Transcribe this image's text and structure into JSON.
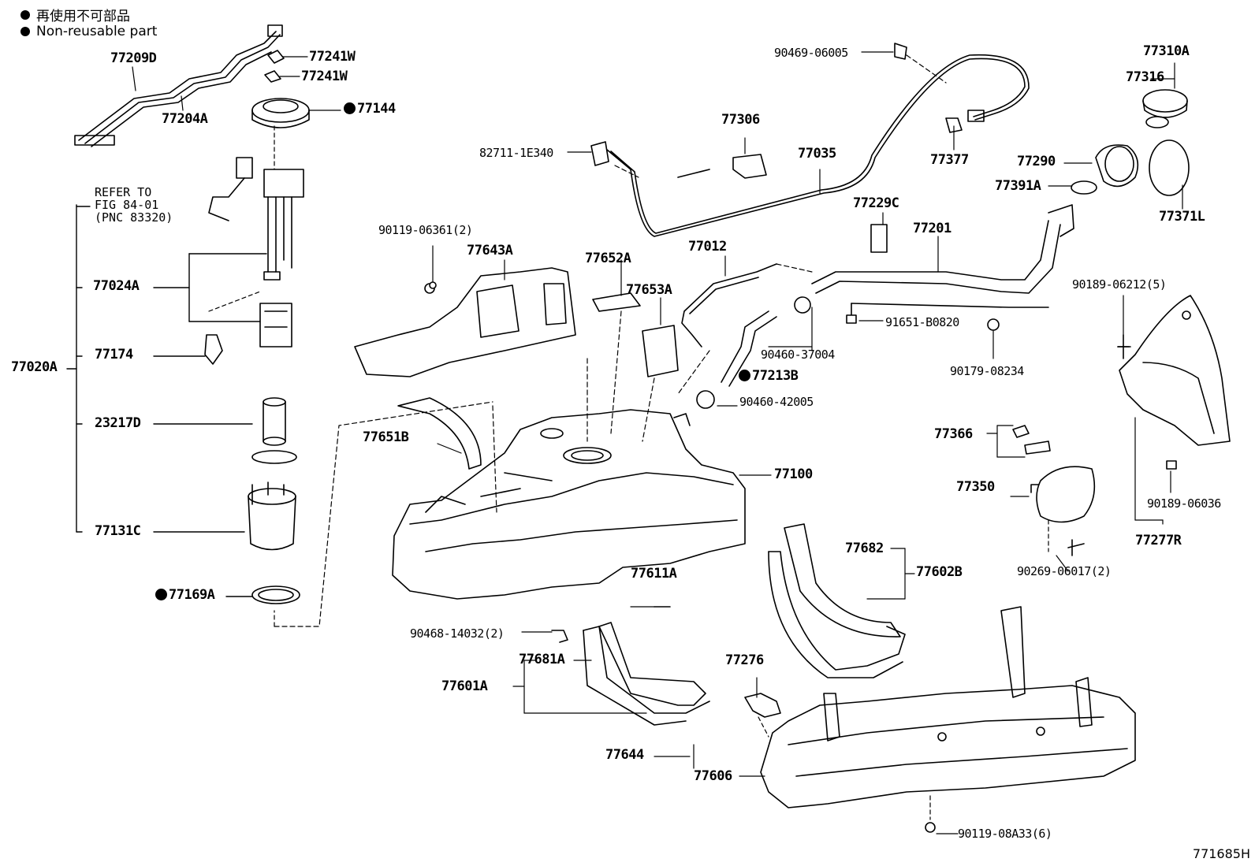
{
  "legend": {
    "line_jp": "再使用不可部品",
    "line_en": "Non-reusable part"
  },
  "refer_note": [
    "REFER TO",
    "FIG 84-01",
    "(PNC 83320)"
  ],
  "figure_id": "771685H",
  "parts": {
    "p77209D": "77209D",
    "p77204A": "77204A",
    "p77241W_a": "77241W",
    "p77241W_b": "77241W",
    "p77144": "77144",
    "p77024A": "77024A",
    "p77020A": "77020A",
    "p77174": "77174",
    "p23217D": "23217D",
    "p77131C": "77131C",
    "p77169A": "77169A",
    "p90469": "90469-06005",
    "p82711": "82711-1E340",
    "p77306": "77306",
    "p77035": "77035",
    "p77377": "77377",
    "p77310A": "77310A",
    "p77316": "77316",
    "p77290": "77290",
    "p77391A": "77391A",
    "p77371L": "77371L",
    "p90119_06361": "90119-06361(2)",
    "p77643A": "77643A",
    "p77652A": "77652A",
    "p77012": "77012",
    "p77653A": "77653A",
    "p77229C": "77229C",
    "p77201": "77201",
    "p90189_06212": "90189-06212(5)",
    "p91651": "91651-B0820",
    "p90460_37004": "90460-37004",
    "p77213B": "77213B",
    "p90179": "90179-08234",
    "p90460_42005": "90460-42005",
    "p77651B": "77651B",
    "p77100": "77100",
    "p77366": "77366",
    "p77350": "77350",
    "p90189_06036": "90189-06036",
    "p77277R": "77277R",
    "p90269": "90269-06017(2)",
    "p77682": "77682",
    "p77602B": "77602B",
    "p77611A": "77611A",
    "p90468": "90468-14032(2)",
    "p77681A": "77681A",
    "p77601A": "77601A",
    "p77276": "77276",
    "p77644": "77644",
    "p77606": "77606",
    "p90119_08A33": "90119-08A33(6)"
  },
  "non_reusable_marker_color": "#000000"
}
